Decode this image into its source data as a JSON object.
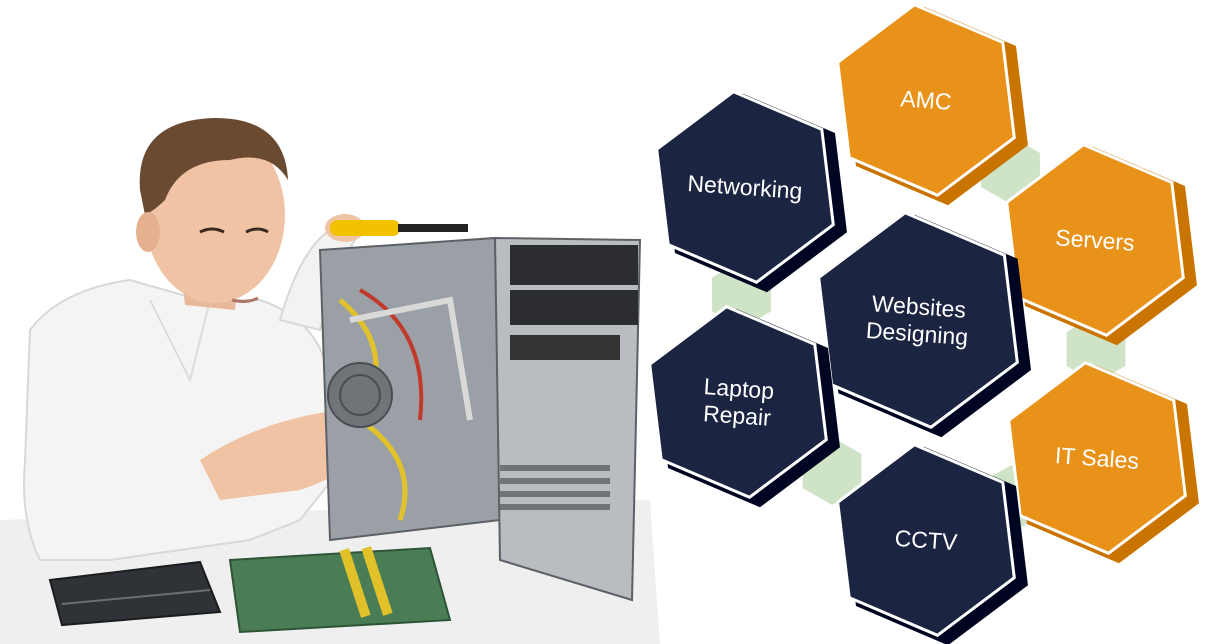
{
  "services": [
    {
      "id": "amc",
      "lines": [
        "AMC"
      ],
      "color": "#e8921a"
    },
    {
      "id": "networking",
      "lines": [
        "Networking"
      ],
      "color": "#1b2440"
    },
    {
      "id": "servers",
      "lines": [
        "Servers"
      ],
      "color": "#e8921a"
    },
    {
      "id": "websites",
      "lines": [
        "Websites",
        "Designing"
      ],
      "color": "#1b2440"
    },
    {
      "id": "laptop",
      "lines": [
        "Laptop",
        "Repair"
      ],
      "color": "#1b2440"
    },
    {
      "id": "itsales",
      "lines": [
        "IT Sales"
      ],
      "color": "#e8921a"
    },
    {
      "id": "cctv",
      "lines": [
        "CCTV"
      ],
      "color": "#1b2440"
    }
  ],
  "colors": {
    "navy": "#1b2440",
    "orange": "#e8921a",
    "connector": "#cfe3c6"
  }
}
